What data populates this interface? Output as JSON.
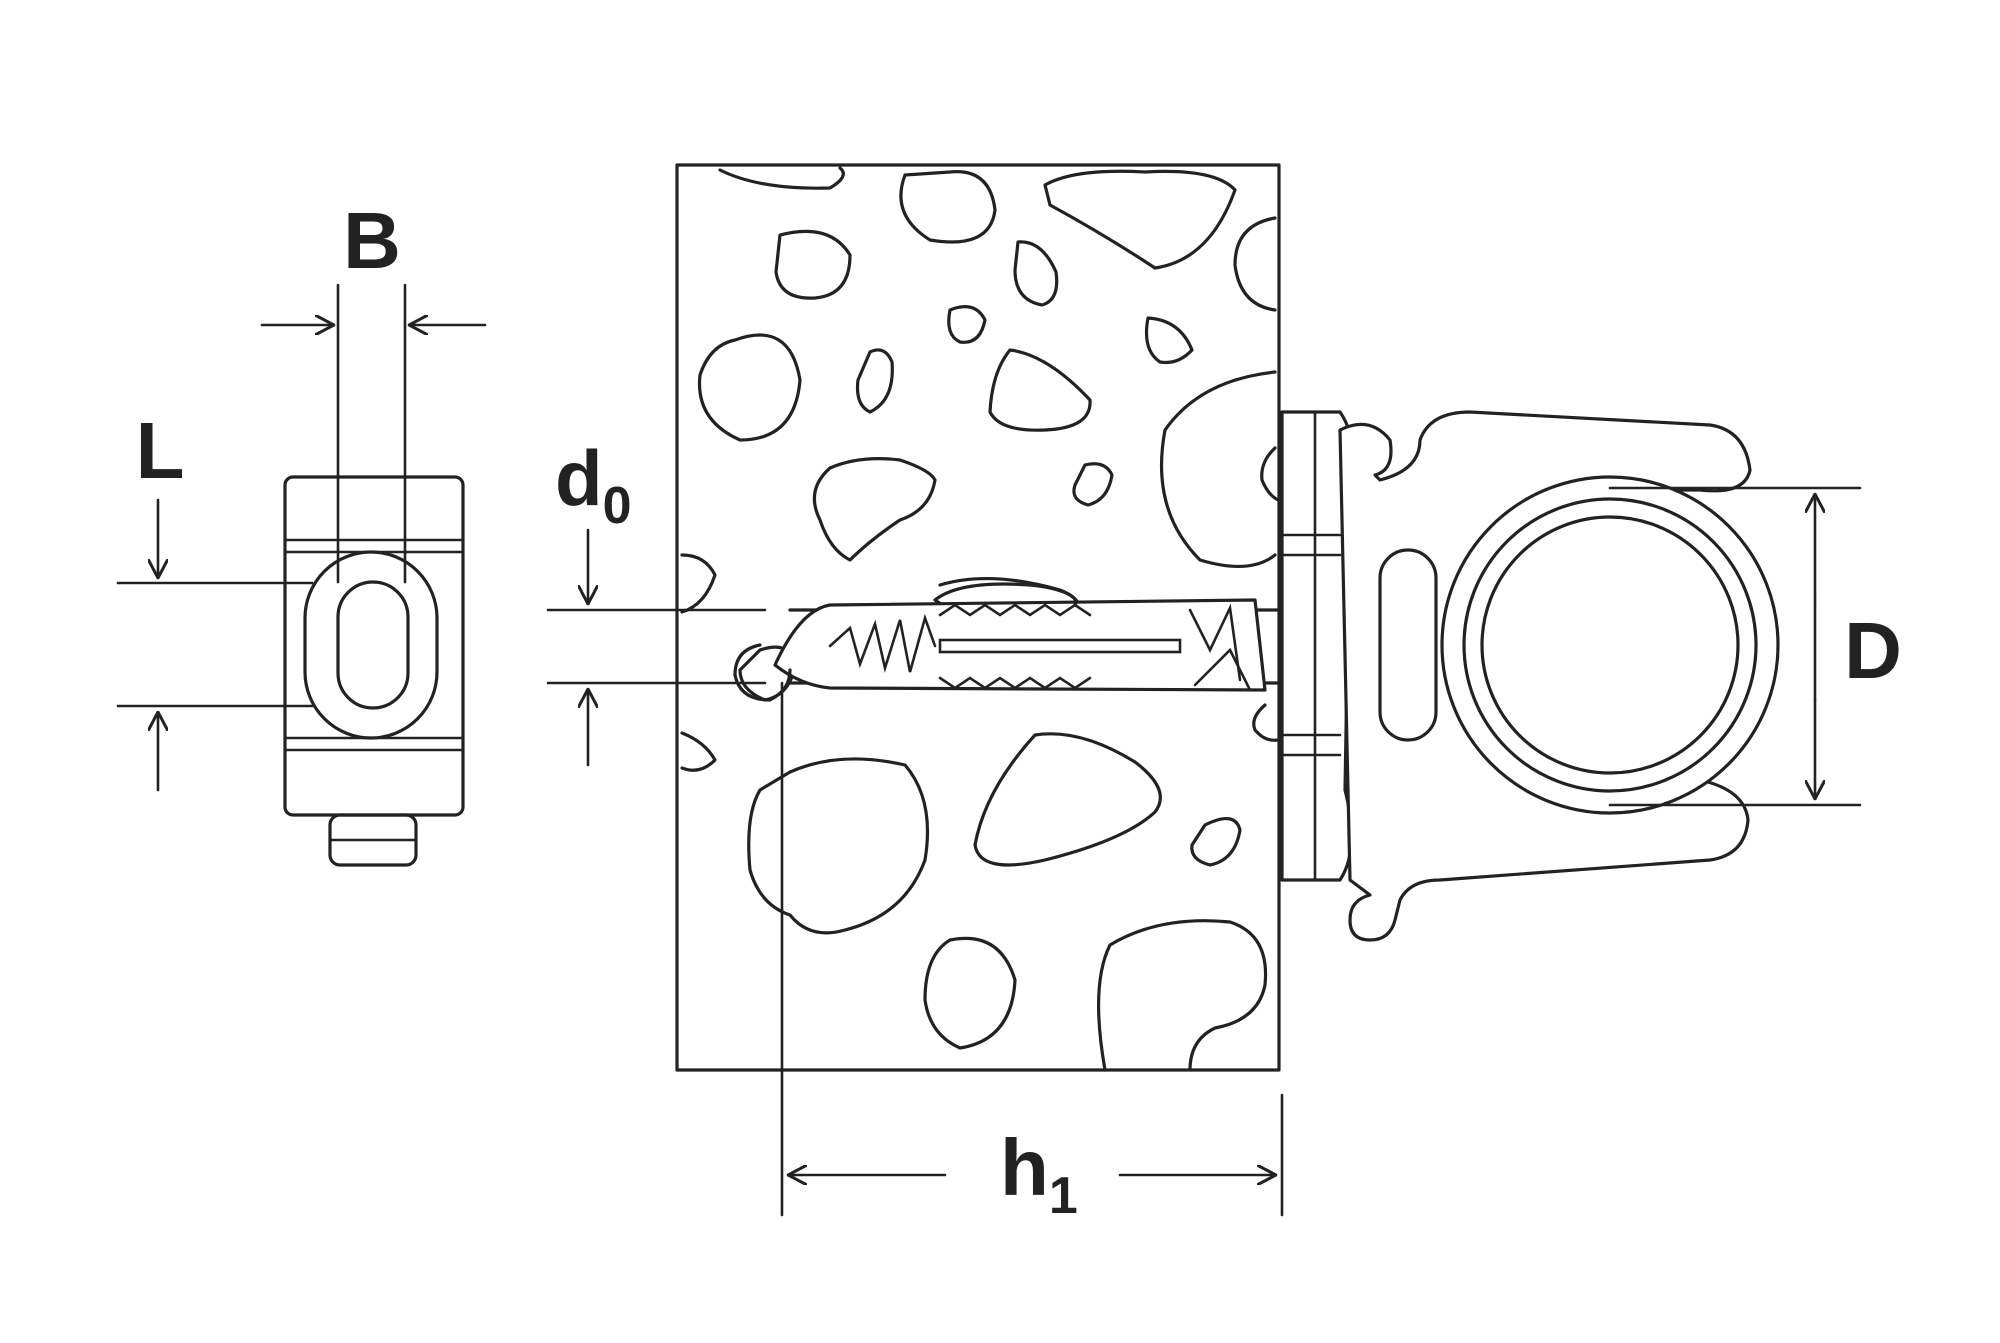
{
  "labels": {
    "width": "B",
    "length": "L",
    "drill_diameter_main": "d",
    "drill_diameter_sub": "0",
    "drill_depth_main": "h",
    "drill_depth_sub": "1",
    "clip_diameter": "D"
  },
  "colors": {
    "line": "#222222",
    "background": "#ffffff"
  }
}
